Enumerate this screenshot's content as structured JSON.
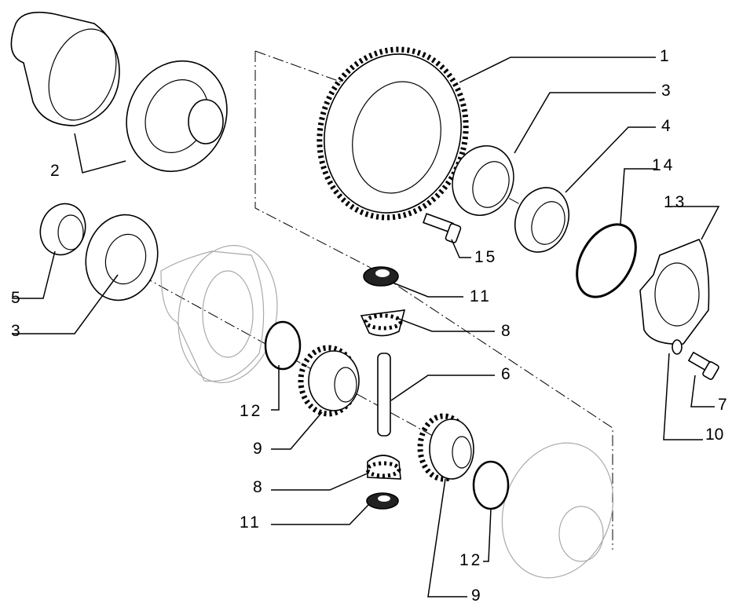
{
  "diagram": {
    "title": "Differential exploded view",
    "callouts": [
      {
        "id": "c1",
        "label": "1"
      },
      {
        "id": "c3a",
        "label": "3"
      },
      {
        "id": "c4",
        "label": "4"
      },
      {
        "id": "c14",
        "label": "14"
      },
      {
        "id": "c13",
        "label": "13"
      },
      {
        "id": "c2",
        "label": "2"
      },
      {
        "id": "c5",
        "label": "5"
      },
      {
        "id": "c3b",
        "label": "3"
      },
      {
        "id": "c15",
        "label": "15"
      },
      {
        "id": "c11a",
        "label": "11"
      },
      {
        "id": "c8a",
        "label": "8"
      },
      {
        "id": "c6",
        "label": "6"
      },
      {
        "id": "c12a",
        "label": "12"
      },
      {
        "id": "c9a",
        "label": "9"
      },
      {
        "id": "c8b",
        "label": "8"
      },
      {
        "id": "c11b",
        "label": "11"
      },
      {
        "id": "c12b",
        "label": "12"
      },
      {
        "id": "c9b",
        "label": "9"
      },
      {
        "id": "c7",
        "label": "7"
      },
      {
        "id": "c10",
        "label": "10"
      }
    ]
  }
}
